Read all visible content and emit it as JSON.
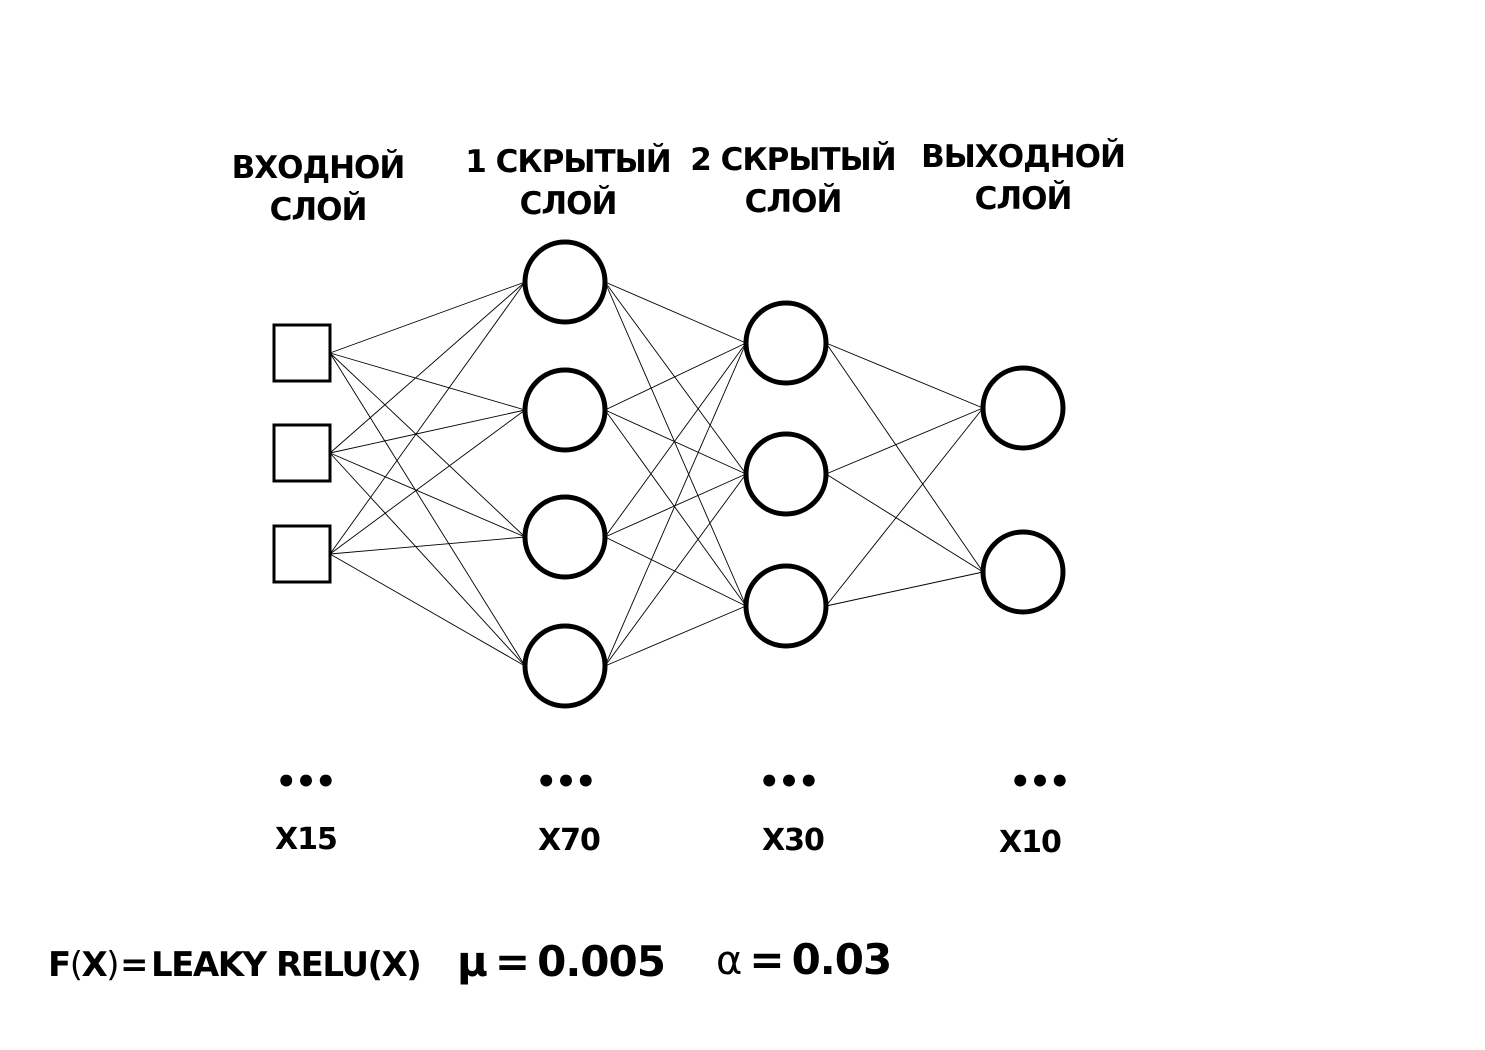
{
  "layers": [
    {
      "id": "input",
      "title_lines": [
        "ВХОДНОЙ",
        "СЛОЙ"
      ],
      "ellipsis": "•••",
      "count_label": "X15",
      "node_shape": "square",
      "visible_nodes": 3
    },
    {
      "id": "hidden1",
      "title_lines": [
        "1 СКРЫТЫЙ",
        "СЛОЙ"
      ],
      "ellipsis": "•••",
      "count_label": "X70",
      "node_shape": "circle",
      "visible_nodes": 4
    },
    {
      "id": "hidden2",
      "title_lines": [
        "2 СКРЫТЫЙ",
        "СЛОЙ"
      ],
      "ellipsis": "•••",
      "count_label": "X30",
      "node_shape": "circle",
      "visible_nodes": 3
    },
    {
      "id": "output",
      "title_lines": [
        "ВЫХОДНОЙ",
        "СЛОЙ"
      ],
      "ellipsis": "•••",
      "count_label": "X10",
      "node_shape": "circle",
      "visible_nodes": 2
    }
  ],
  "connections": "fully-connected",
  "formula": {
    "activation_prefix": "F",
    "activation_open": "(",
    "activation_var": "X",
    "activation_close": ")",
    "activation_eq": "=",
    "activation_name": "LEAKY RELU(X)",
    "mu_symbol": "μ",
    "mu_eq": "=",
    "mu_value": "0.005",
    "alpha_symbol": "α",
    "alpha_eq": "=",
    "alpha_value": "0.03"
  },
  "colors": {
    "stroke": "#000000",
    "background": "#ffffff"
  }
}
